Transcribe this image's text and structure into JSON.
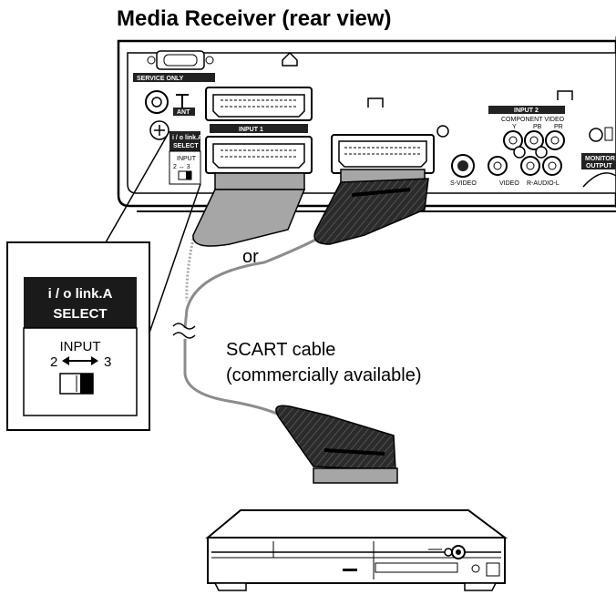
{
  "title": "Media Receiver (rear view)",
  "connector_word": "or",
  "cable_label": {
    "line1": "SCART cable",
    "line2": "(commercially available)"
  },
  "receiver_panel": {
    "service_only": "SERVICE ONLY",
    "ant": "ANT",
    "input1": "INPUT 1",
    "input2": "INPUT 2",
    "component_video": "COMPONENT VIDEO",
    "y": "Y",
    "pb": "PB",
    "pr": "PR",
    "s_video": "S-VIDEO",
    "video": "VIDEO",
    "r_audio_l": "R-AUDIO-L",
    "monitor_output_1": "MONITOR",
    "monitor_output_2": "OUTPUT",
    "small_select_1": "i / o link.A",
    "small_select_2": "SELECT",
    "small_input": "INPUT",
    "small_nums": "2 ↔ 3"
  },
  "callout": {
    "header_line1": "i / o link.A",
    "header_line2": "SELECT",
    "input_label": "INPUT",
    "num_left": "2",
    "num_right": "3"
  },
  "colors": {
    "plug_gray": "#a6a6a6",
    "plug_dark": "#2b2b2b",
    "cable_gray": "#8c8c8c",
    "outline": "#000000"
  },
  "icons": {
    "swap_arrow": "double-arrow-icon",
    "break_mark": "cable-break-icon"
  }
}
